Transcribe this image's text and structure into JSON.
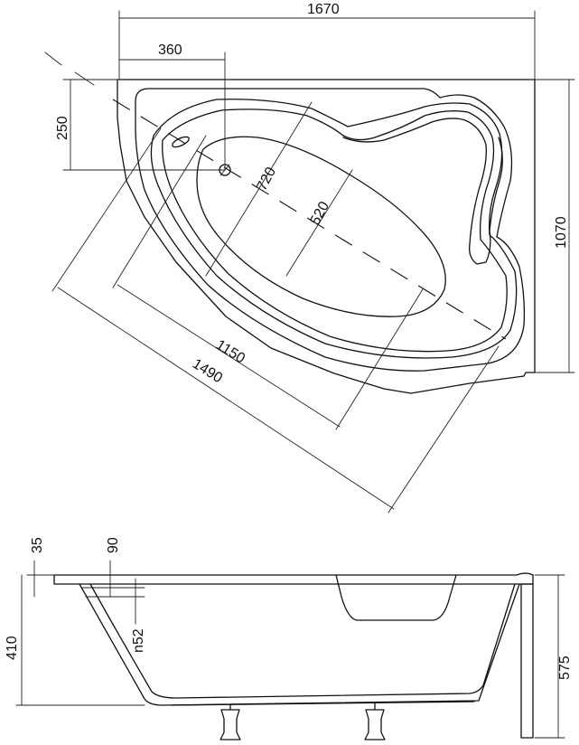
{
  "top_view": {
    "overall_width": "1670",
    "overall_depth": "1070",
    "drain_offset_x": "360",
    "drain_offset_y": "250",
    "inner_width": "720",
    "inner_bottom_width": "520",
    "inner_length": "1150",
    "outer_length": "1490"
  },
  "side_view": {
    "rim_thickness": "35",
    "rim_step": "90",
    "overflow_size": "n52",
    "inner_depth": "410",
    "total_height": "575"
  }
}
